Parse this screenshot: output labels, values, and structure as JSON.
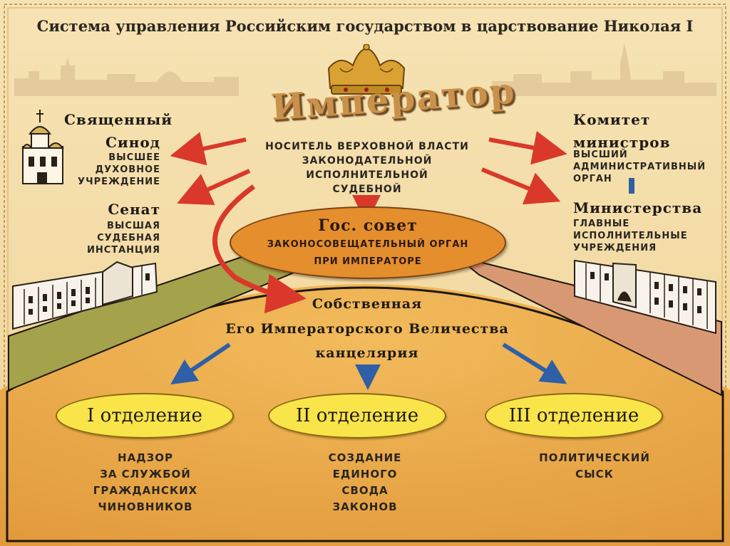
{
  "title": "Система управления Российским государством в царствование Николая I",
  "emperor": {
    "title": "Император",
    "description": [
      "НОСИТЕЛЬ ВЕРХОВНОЙ ВЛАСТИ",
      "ЗАКОНОДАТЕЛЬНОЙ",
      "ИСПОЛНИТЕЛЬНОЙ",
      "СУДЕБНОЙ"
    ]
  },
  "left_institutions": [
    {
      "name": [
        "Священный",
        "Синод"
      ],
      "description": [
        "ВЫСШЕЕ",
        "ДУХОВНОЕ",
        "УЧРЕЖДЕНИЕ"
      ]
    },
    {
      "name": [
        "Сенат"
      ],
      "description": [
        "ВЫСШАЯ",
        "СУДЕБНАЯ",
        "ИНСТАНЦИЯ"
      ]
    }
  ],
  "right_institutions": [
    {
      "name": [
        "Комитет",
        "министров"
      ],
      "description": [
        "ВЫСШИЙ",
        "АДМИНИСТРАТИВНЫЙ",
        "ОРГАН"
      ]
    },
    {
      "name": [
        "Министерства"
      ],
      "description": [
        "ГЛАВНЫЕ",
        "ИСПОЛНИТЕЛЬНЫЕ",
        "УЧРЕЖДЕНИЯ"
      ]
    }
  ],
  "state_council": {
    "title": "Гос. совет",
    "description": [
      "ЗАКОНОСОВЕЩАТЕЛЬНЫЙ ОРГАН",
      "ПРИ ИМПЕРАТОРЕ"
    ]
  },
  "chancery": [
    "Собственная",
    "Его Императорского Величества",
    "канцелярия"
  ],
  "departments": [
    {
      "name": "I отделение",
      "description": [
        "НАДЗОР",
        "ЗА СЛУЖБОЙ",
        "ГРАЖДАНСКИХ",
        "ЧИНОВНИКОВ"
      ]
    },
    {
      "name": "II отделение",
      "description": [
        "СОЗДАНИЕ",
        "ЕДИНОГО",
        "СВОДА",
        "ЗАКОНОВ"
      ]
    },
    {
      "name": "III отделение",
      "description": [
        "ПОЛИТИЧЕСКИЙ",
        "СЫСК"
      ]
    }
  ],
  "colors": {
    "background": "#f3dca7",
    "ground": "#e6a545",
    "left_field": "#a4a24a",
    "right_field": "#d99874",
    "council": "#e58e2d",
    "department": "#f9e44a",
    "red_arrow": "#d9382a",
    "blue_arrow": "#2f5fa6"
  },
  "icons": [
    "crown-icon",
    "church-icon",
    "senate-building-icon",
    "general-staff-building-icon",
    "city-skyline-icon"
  ]
}
